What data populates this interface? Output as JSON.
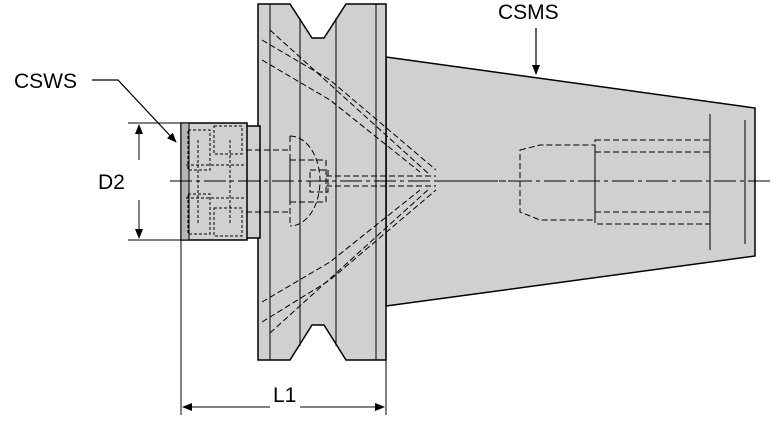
{
  "labels": {
    "csms": "CSMS",
    "csws": "CSWS",
    "d2": "D2",
    "l1": "L1"
  },
  "colors": {
    "body_fill": "#d0d0d0",
    "outline": "#000000",
    "background": "#ffffff"
  }
}
